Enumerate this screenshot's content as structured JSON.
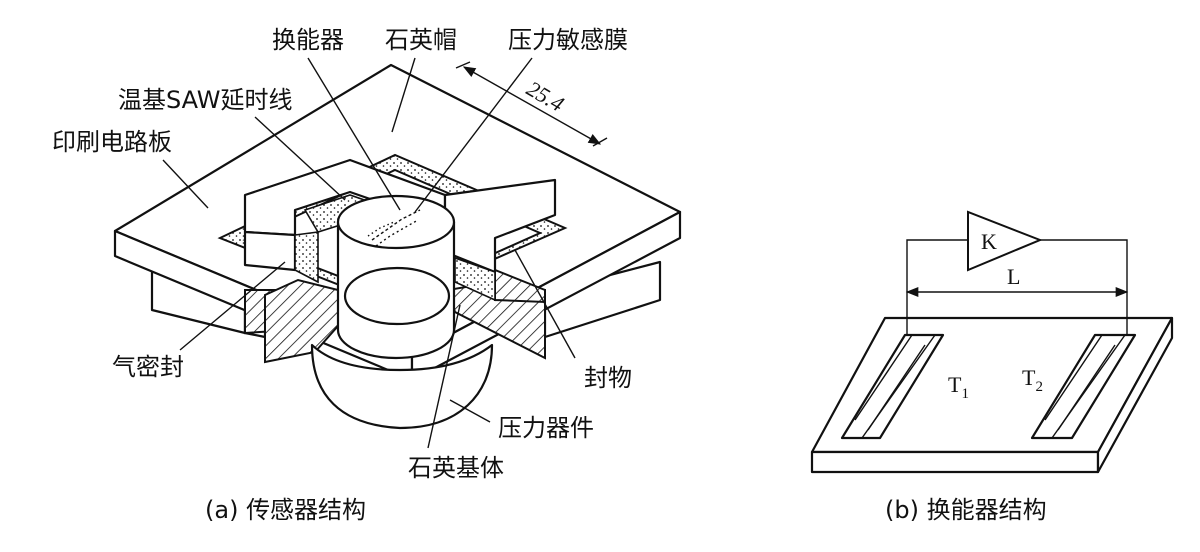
{
  "figure_a": {
    "caption": "(a) 传感器结构",
    "labels": {
      "transducer": "换能器",
      "quartz_cap": "石英帽",
      "pressure_membrane": "压力敏感膜",
      "saw_delay_line": "温基SAW延时线",
      "pcb": "印刷电路板",
      "dimension": "25.4",
      "hermetic_seal": "气密封",
      "sealant": "封物",
      "pressure_device": "压力器件",
      "quartz_base": "石英基体"
    }
  },
  "figure_b": {
    "caption": "(b) 换能器结构",
    "labels": {
      "amplifier": "K",
      "distance": "L",
      "t1_base": "T",
      "t1_sub": "1",
      "t2_base": "T",
      "t2_sub": "2"
    }
  }
}
